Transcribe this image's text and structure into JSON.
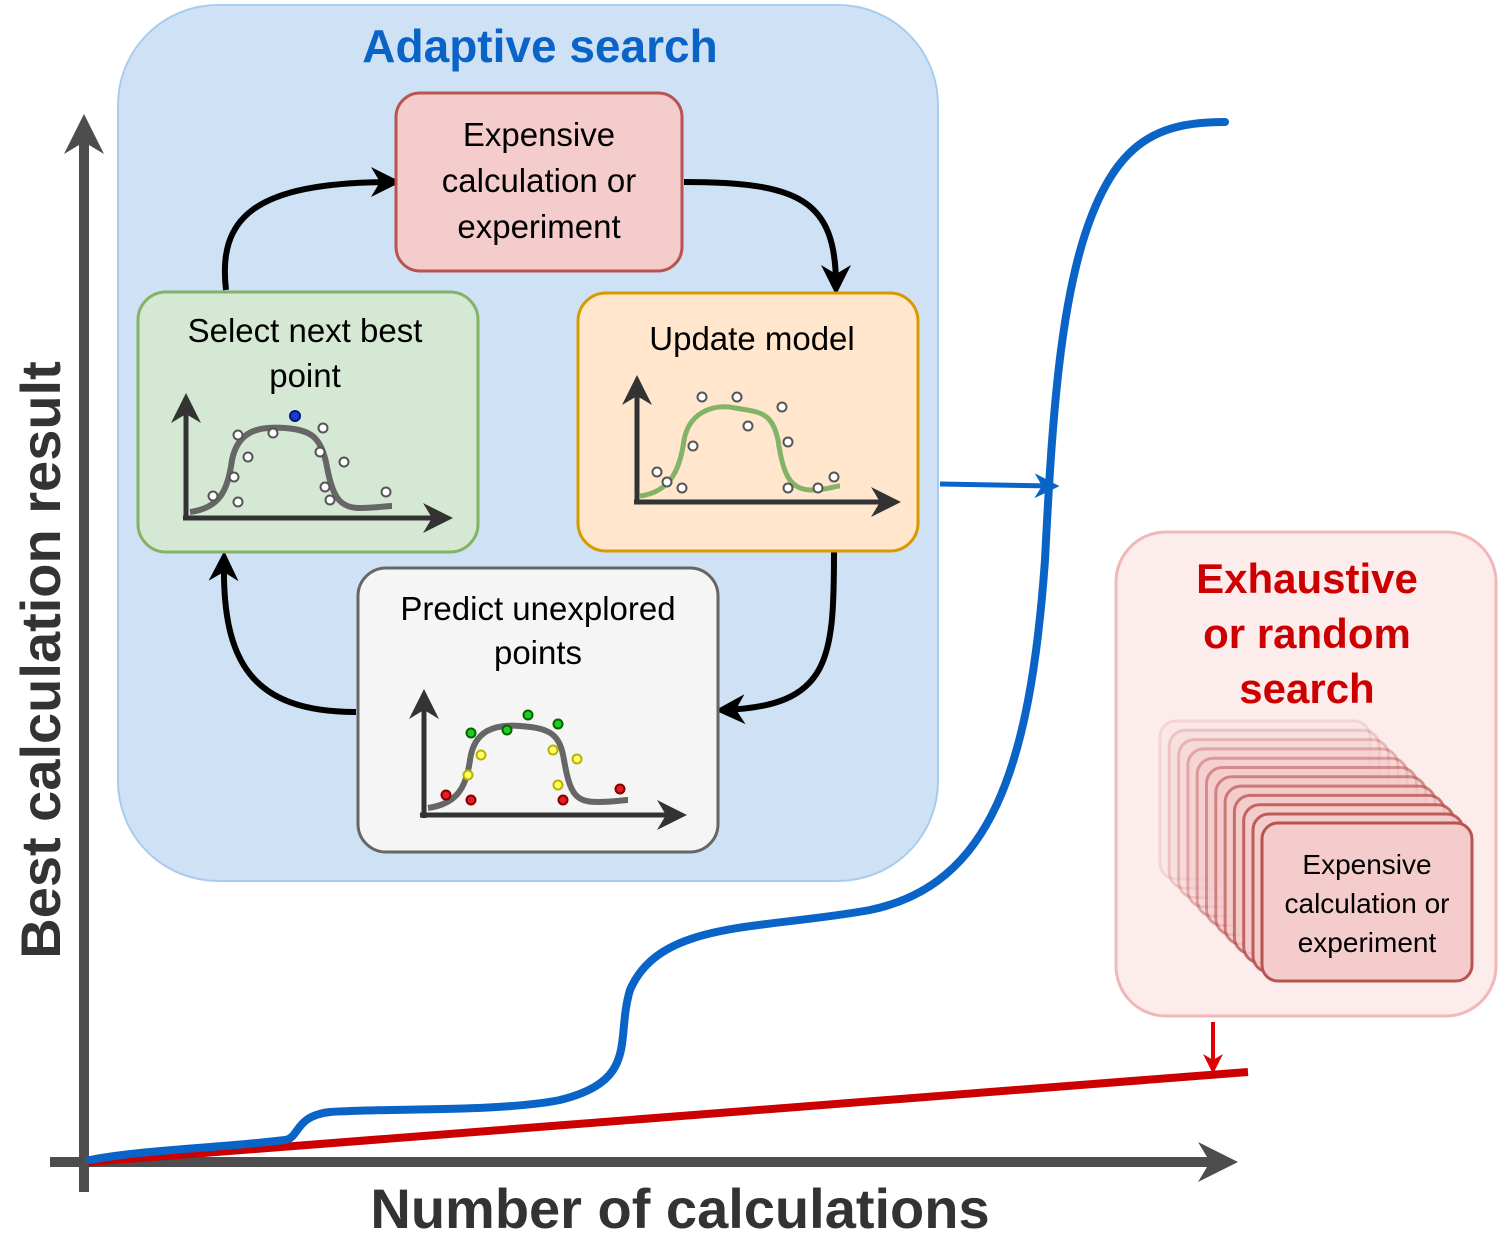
{
  "axes": {
    "x_label": "Number of calculations",
    "y_label": "Best calculation result"
  },
  "adaptive": {
    "title": "Adaptive search",
    "title_color": "#0a64c8",
    "steps": {
      "expensive": {
        "line1": "Expensive",
        "line2": "calculation or",
        "line3": "experiment"
      },
      "update": {
        "line1": "Update model"
      },
      "predict": {
        "line1": "Predict unexplored",
        "line2": "points"
      },
      "select": {
        "line1": "Select next best",
        "line2": "point"
      }
    }
  },
  "exhaustive": {
    "title_line1": "Exhaustive",
    "title_line2": "or random",
    "title_line3": "search",
    "title_color": "#cc0000",
    "card": {
      "line1": "Expensive",
      "line2": "calculation or",
      "line3": "experiment"
    }
  },
  "colors": {
    "adaptive_curve": "#0a64c8",
    "exhaustive_line": "#cc0000",
    "axis": "#4d4d4d"
  }
}
